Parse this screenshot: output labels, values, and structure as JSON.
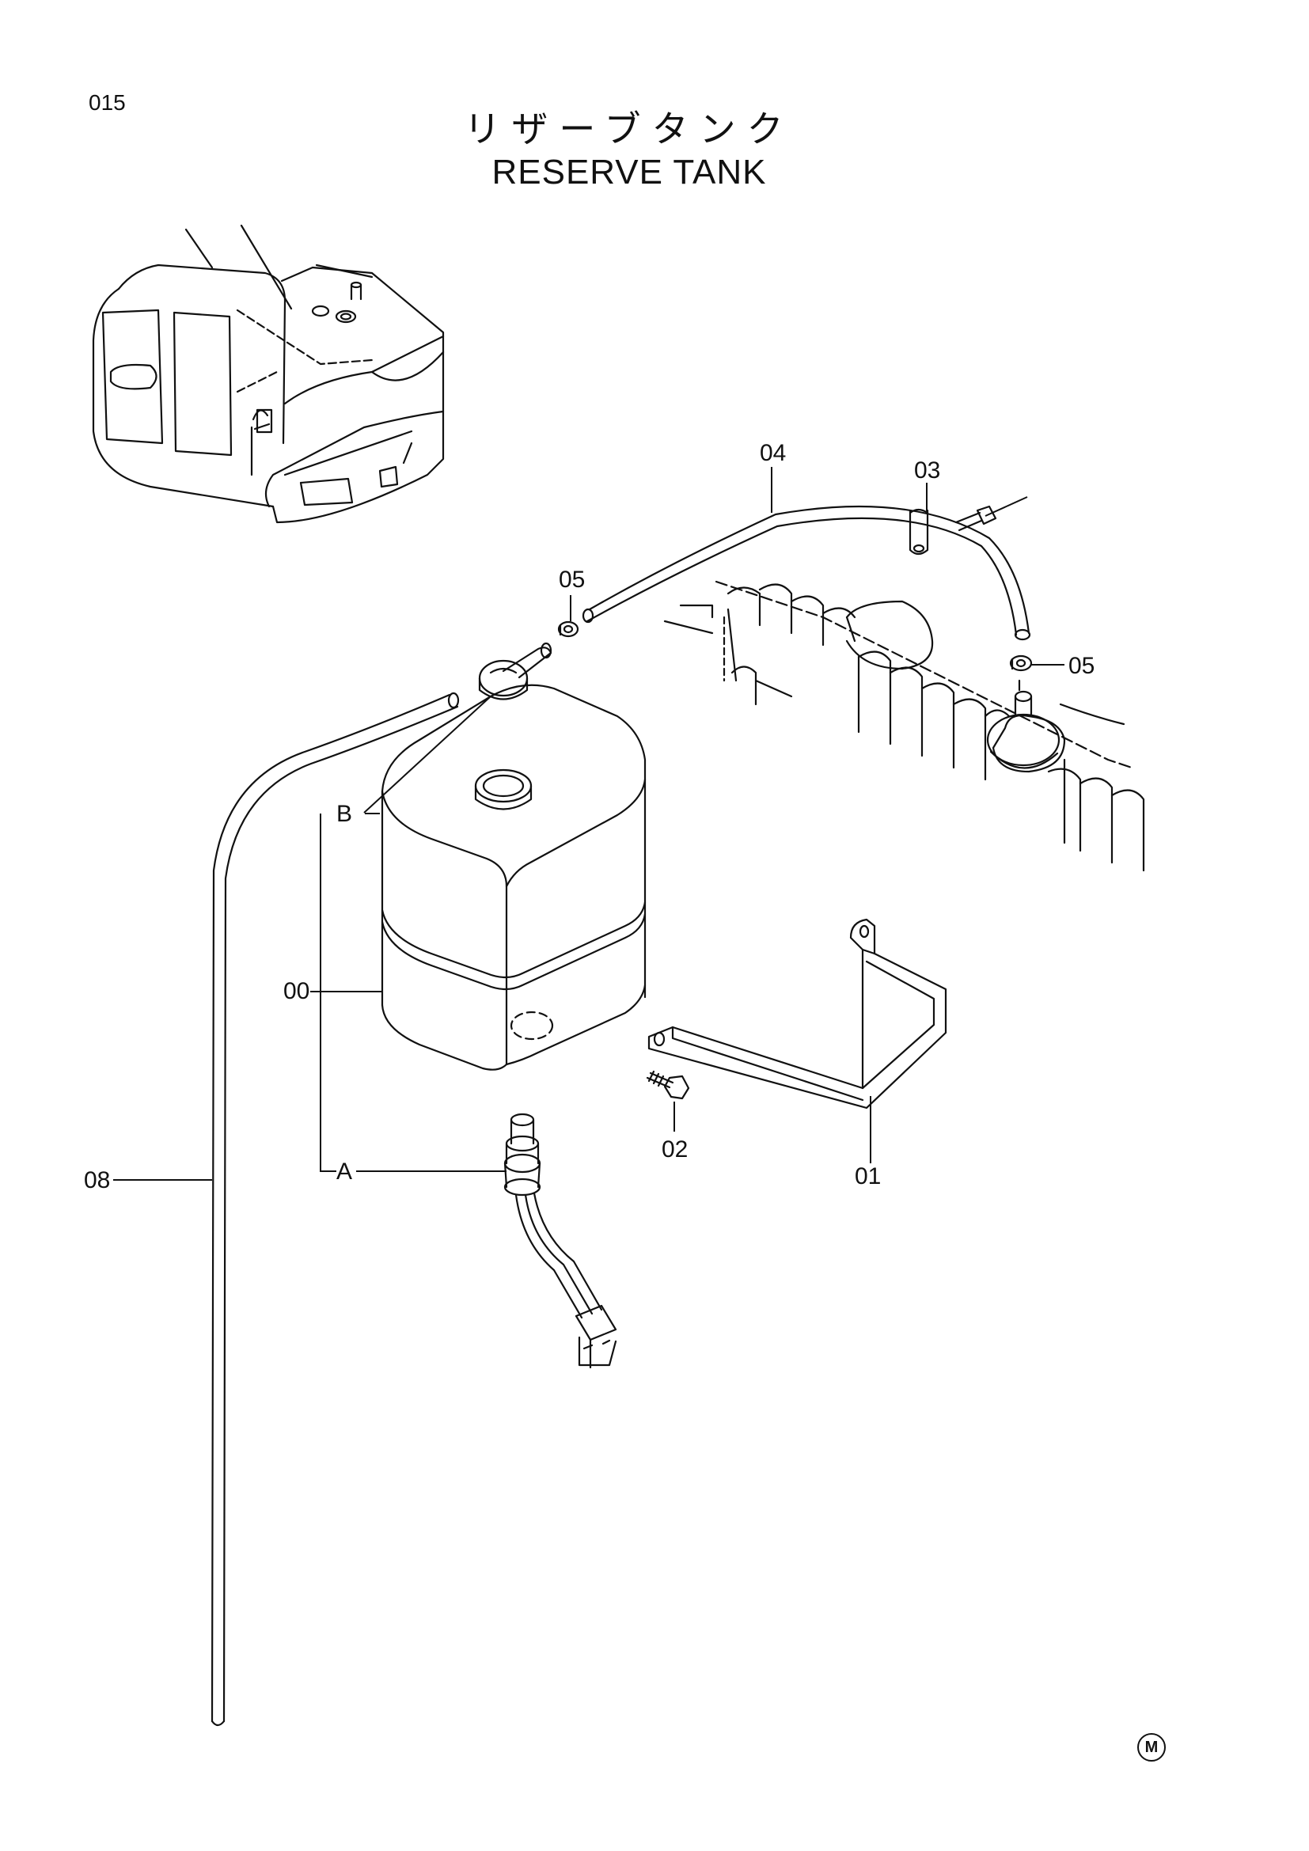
{
  "page_code": "015",
  "title_jp": "リザーブタンク",
  "title_en": "RESERVE TANK",
  "callouts": {
    "p00": "00",
    "p01": "01",
    "p02": "02",
    "p03": "03",
    "p04": "04",
    "p05a": "05",
    "p05b": "05",
    "p08": "08",
    "a": "A",
    "b": "B"
  },
  "corner_mark": "M"
}
